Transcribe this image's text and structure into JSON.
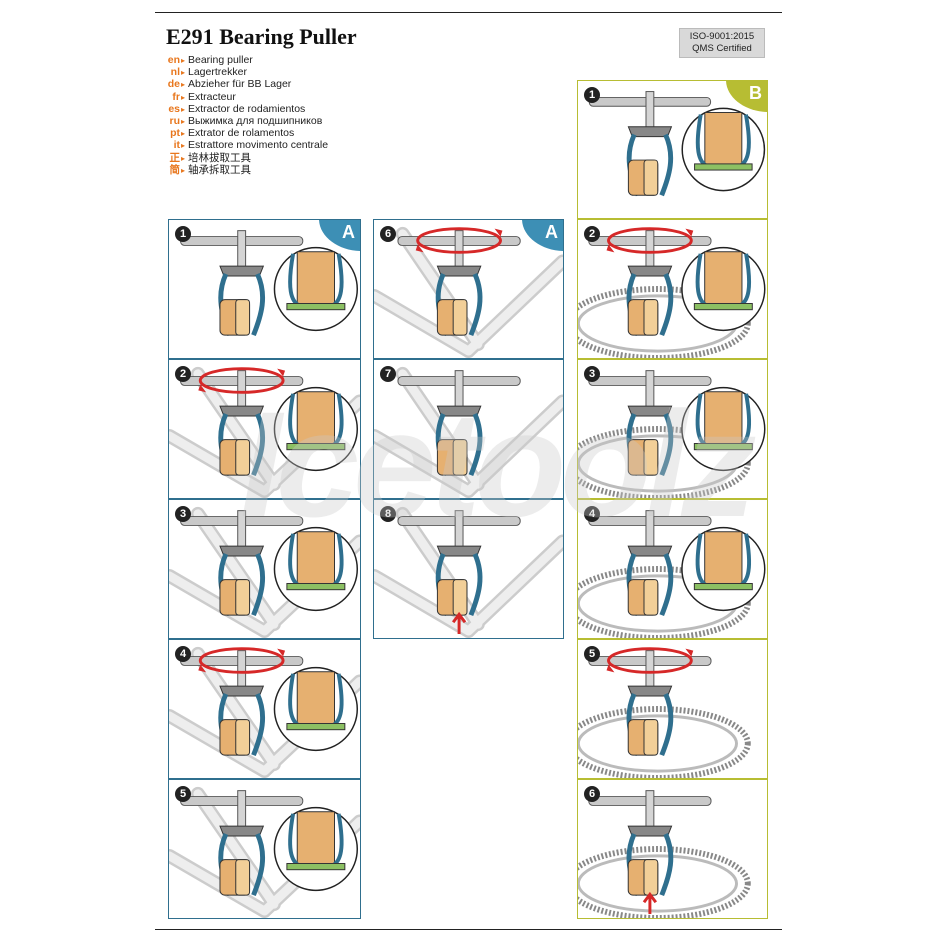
{
  "header": {
    "model": "E291",
    "name": "Bearing Puller",
    "iso_line1": "ISO-9001:2015",
    "iso_line2": "QMS Certified"
  },
  "languages": [
    {
      "code": "en",
      "text": "Bearing puller"
    },
    {
      "code": "nl",
      "text": "Lagertrekker"
    },
    {
      "code": "de",
      "text": "Abzieher für BB Lager"
    },
    {
      "code": "fr",
      "text": "Extracteur"
    },
    {
      "code": "es",
      "text": "Extractor de rodamientos"
    },
    {
      "code": "ru",
      "text": "Выжимка для подшипников"
    },
    {
      "code": "pt",
      "text": "Extrator de rolamentos"
    },
    {
      "code": "it",
      "text": "Estrattore movimento centrale"
    },
    {
      "code": "正",
      "text": "培林拔取工具"
    },
    {
      "code": "简",
      "text": "轴承拆取工具"
    }
  ],
  "sections": {
    "a_label": "A",
    "b_label": "B"
  },
  "steps_a_col1": [
    "1",
    "2",
    "3",
    "4",
    "5"
  ],
  "steps_a_col2": [
    "6",
    "7",
    "8"
  ],
  "steps_b": [
    "1",
    "2",
    "3",
    "4",
    "5",
    "6"
  ],
  "watermark": "Icetoolz",
  "colors": {
    "accent_a": "#3d8fb5",
    "accent_b": "#b7bd33",
    "orange": "#e8771e",
    "bearing": "#e6b070",
    "rotate_arrow": "#d62828"
  }
}
